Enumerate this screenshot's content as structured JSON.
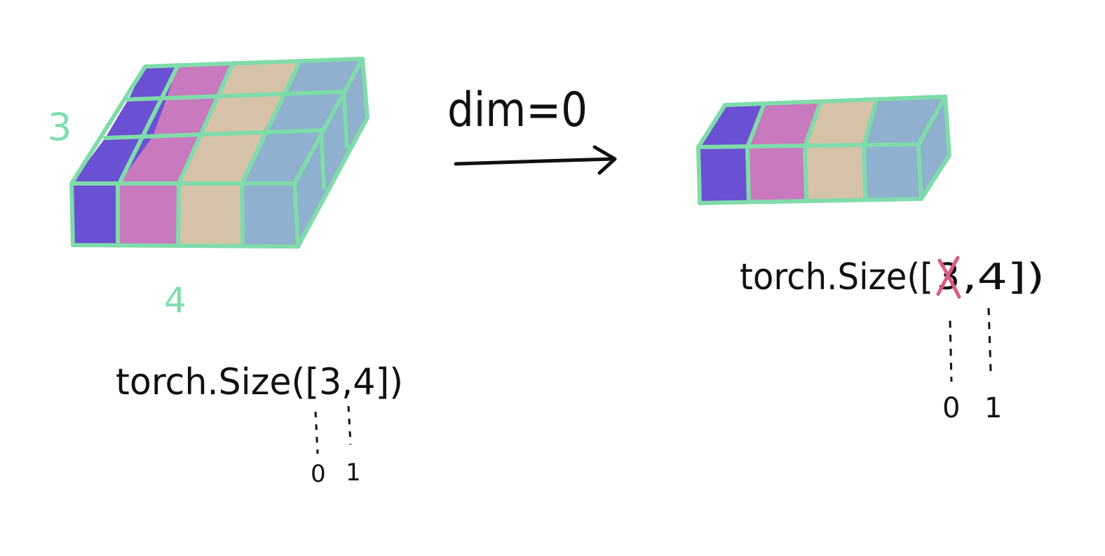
{
  "colors": {
    "outline": "#7fdcaa",
    "purple": "#6a50d2",
    "pink": "#c979bd",
    "tan": "#d6c2a8",
    "blue": "#8fb0ce",
    "ink": "#111111",
    "strike": "#d95a86"
  },
  "left": {
    "dim_rows_label": "3",
    "dim_cols_label": "4",
    "size_text": "torch.Size([3,4])",
    "index_0": "0",
    "index_1": "1"
  },
  "arrow": {
    "label": "dim=0"
  },
  "right": {
    "size_text_prefix": "torch.Size([",
    "struck_value": "3",
    "size_text_suffix": ",4])",
    "index_0": "0",
    "index_1": "1"
  }
}
